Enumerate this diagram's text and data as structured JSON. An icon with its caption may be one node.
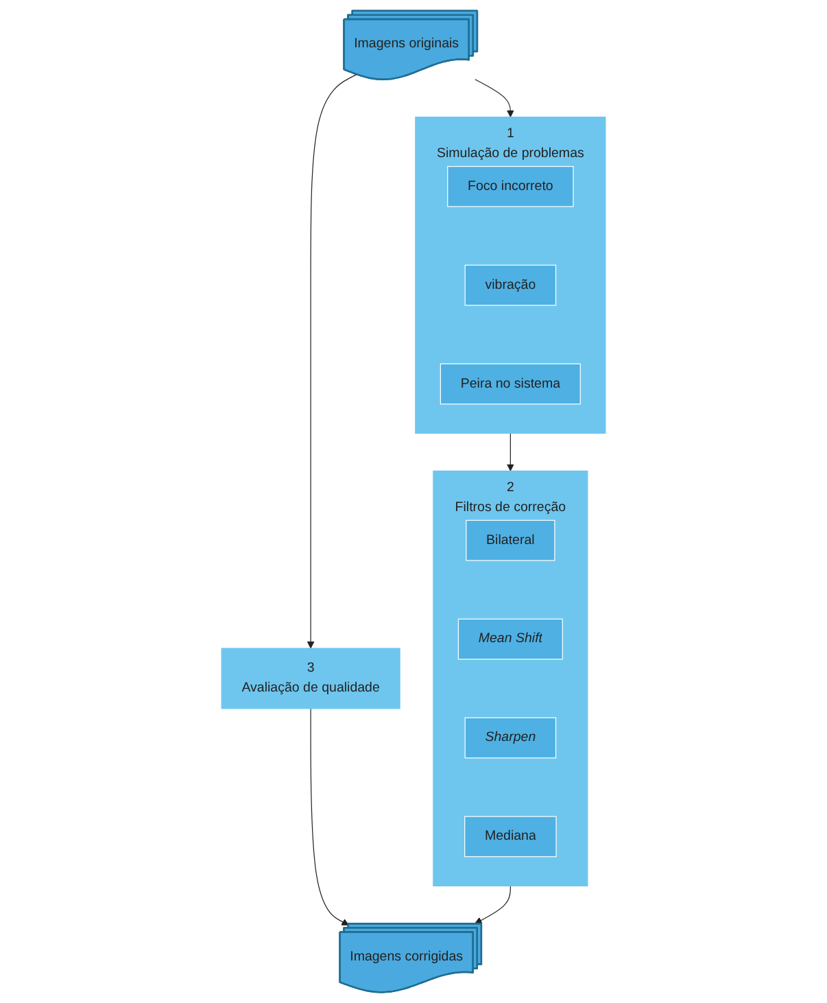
{
  "diagram": {
    "nodes": [
      {
        "text": [
          "Imagens originais"
        ]
      },
      {
        "text": [
          "1",
          "Simulação de problemas"
        ]
      },
      {
        "text": [
          "Foco incorreto"
        ],
        "in": 1
      },
      {
        "text": [
          "vibração"
        ],
        "in": 1
      },
      {
        "text": [
          "Peira no sistema"
        ],
        "in": 1
      },
      {
        "text": [
          "2",
          "Filtros de correção"
        ]
      },
      {
        "text": [
          "Bilateral"
        ],
        "in": 5
      },
      {
        "text": [
          "Mean Shift"
        ],
        "in": 5
      },
      {
        "text": [
          "Sharpen"
        ],
        "in": 5
      },
      {
        "text": [
          "Mediana"
        ],
        "in": 5
      },
      {
        "text": [
          "3",
          "Avaliação de qualidade"
        ]
      },
      {
        "text": [
          "Imagens corrigidas"
        ]
      }
    ],
    "edges": [
      {
        "from": 0,
        "to": 1,
        "arrow": "to"
      },
      {
        "from": 1,
        "to": 5,
        "arrow": "to"
      },
      {
        "from": 5,
        "to": 11,
        "arrow": "to"
      },
      {
        "from": 10,
        "to": 11,
        "arrow": "to"
      },
      {
        "from": 0,
        "to": 10,
        "arrow": "to"
      }
    ]
  }
}
